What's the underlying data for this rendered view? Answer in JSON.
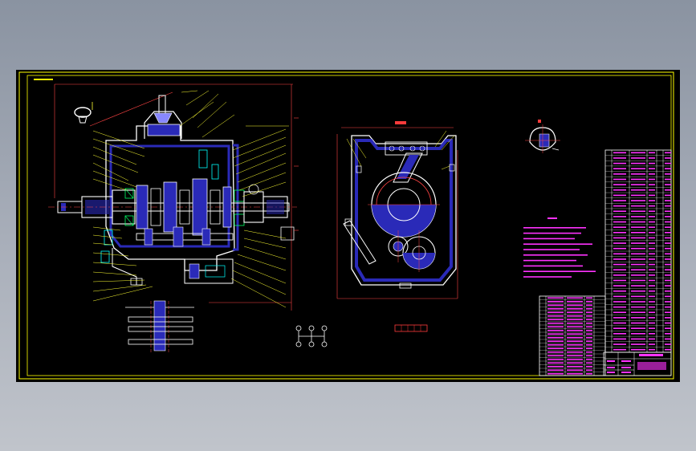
{
  "app": {
    "canvas_background": "#000000",
    "desktop_background": "#a3a9b4"
  },
  "colors": {
    "frame": "#ffff00",
    "outline": "#ffffff",
    "section_fill": "#2a2ab8",
    "dimension": "#ff3b3b",
    "leader": "#ffff33",
    "notes": "#ff33ff",
    "table_border": "#ffffff",
    "centerline": "#ff4444",
    "cyan": "#00ffff",
    "green": "#00ff66"
  },
  "drawing": {
    "sheet": "transmission-assembly-drawing",
    "views": [
      "longitudinal-section",
      "cross-section",
      "detail-view",
      "gear-schematic",
      "shift-diagram"
    ],
    "parts_list_rows": 38,
    "lower_table_rows": 22,
    "technical_note_lines": 10
  }
}
